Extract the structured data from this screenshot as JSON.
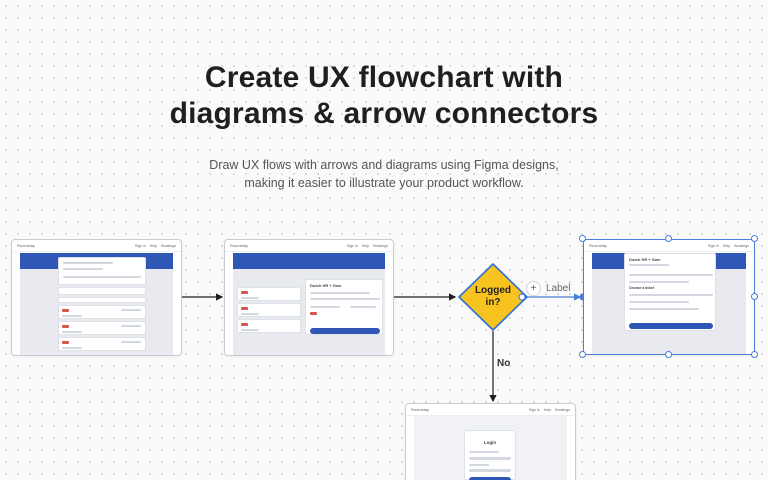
{
  "hero": {
    "title": "Create UX flowchart with\ndiagrams & arrow connectors",
    "subtitle": "Draw UX flows with arrows and diagrams using Figma designs,\nmaking it easier to illustrate your product workflow."
  },
  "colors": {
    "brand_blue": "#2f55b5",
    "diamond_fill": "#f9c31f",
    "diamond_stroke": "#2e6fd8",
    "selection_blue": "#4a7fd8",
    "arrow": "#1e1e1e"
  },
  "flow": {
    "decision_text": "Logged\nin?",
    "no_label": "No",
    "add_label_text": "Label",
    "add_label_icon": "plus-icon"
  },
  "screens": {
    "search": {
      "logo": "Roomstay",
      "nav": [
        "Sign in",
        "Help",
        "Bookings"
      ]
    },
    "results": {
      "logo": "Roomstay",
      "nav": [
        "Sign in",
        "Help",
        "Bookings"
      ],
      "panel_title": "Dutch HR + Gwn"
    },
    "booking": {
      "logo": "Roomstay",
      "nav": [
        "Sign in",
        "Help",
        "Bookings"
      ],
      "panel_title": "Dutch HR + Gwn",
      "section": "Choose a ticket"
    },
    "login": {
      "logo": "Roomstay",
      "nav": [
        "Sign in",
        "Help",
        "Bookings"
      ],
      "card_title": "Login"
    }
  }
}
